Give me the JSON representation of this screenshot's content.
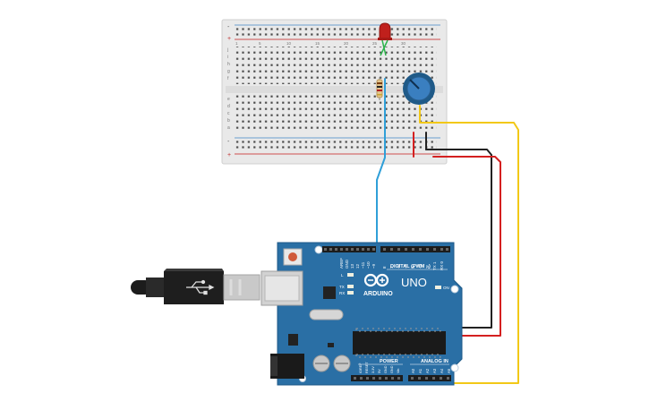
{
  "board": {
    "logo_text": "ARDUINO",
    "model_text": "UNO",
    "digital_label": "DIGITAL (PWM ~)",
    "analog_label": "ANALOG IN",
    "power_label": "POWER",
    "on_label": "ON",
    "l_label": "L",
    "tx_label": "TX",
    "rx_label": "RX",
    "digital_pins": [
      "AREF",
      "GND",
      "13",
      "12",
      "~11",
      "~10",
      "~9",
      "8",
      "7",
      "~6",
      "~5",
      "4",
      "~3",
      "2",
      "TX 1",
      "RX 0"
    ],
    "analog_pins": [
      "A0",
      "A1",
      "A2",
      "A3",
      "A4",
      "A5"
    ],
    "power_pins": [
      "IOREF",
      "RESET",
      "3.3V",
      "5V",
      "GND",
      "GND",
      "Vin"
    ]
  },
  "breadboard": {
    "row_letters_top": [
      "j",
      "i",
      "h",
      "g",
      "f"
    ],
    "row_letters_bottom": [
      "e",
      "d",
      "c",
      "b",
      "a"
    ],
    "column_numbers": [
      "1",
      "5",
      "10",
      "15",
      "20",
      "25",
      "30"
    ],
    "rail_plus": "+",
    "rail_minus": "-"
  },
  "colors": {
    "board": "#2a6fa5",
    "board_dark": "#1f5a88",
    "breadboard": "#e9e9e9",
    "wire_blue": "#2f9fd8",
    "wire_red": "#d42020",
    "wire_black": "#222222",
    "wire_yellow": "#f2c817",
    "led": "#c0201c",
    "potentiometer": "#2a6fa5"
  },
  "icons": {
    "usb_symbol": "usb-icon",
    "infinity_logo": "arduino-logo-icon"
  }
}
